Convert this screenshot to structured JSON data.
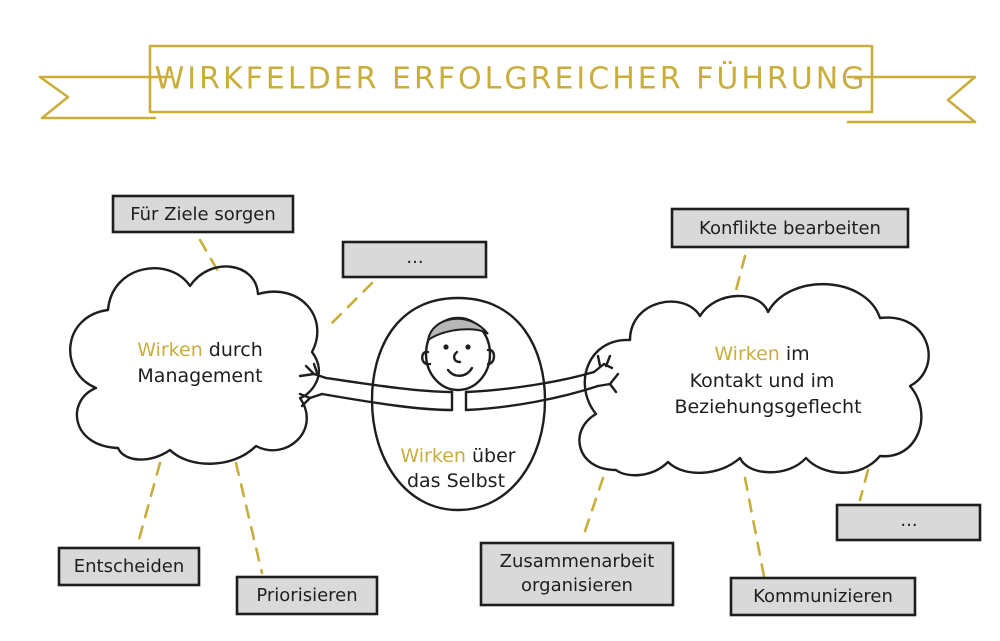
{
  "title": "WIRKFELDER ERFOLGREICHER FÜHRUNG",
  "colors": {
    "accent": "#c9ae3c",
    "ink": "#1e1e1e",
    "box_fill": "#d9d9d9"
  },
  "center": {
    "highlight": "Wirken",
    "line1_rest": " über",
    "line2": "das Selbst"
  },
  "left_cloud": {
    "highlight": "Wirken",
    "line1_rest": " durch",
    "line2": "Management"
  },
  "right_cloud": {
    "highlight": "Wirken",
    "line1_rest": " im",
    "line2": "Kontakt und im",
    "line3": "Beziehungsgeflecht"
  },
  "boxes": {
    "ziele": "Für Ziele sorgen",
    "dots_top": "...",
    "konflikte": "Konflikte bearbeiten",
    "entscheiden": "Entscheiden",
    "priorisieren": "Priorisieren",
    "zusammenarbeit_1": "Zusammenarbeit",
    "zusammenarbeit_2": "organisieren",
    "kommunizieren": "Kommunizieren",
    "dots_right": "..."
  }
}
